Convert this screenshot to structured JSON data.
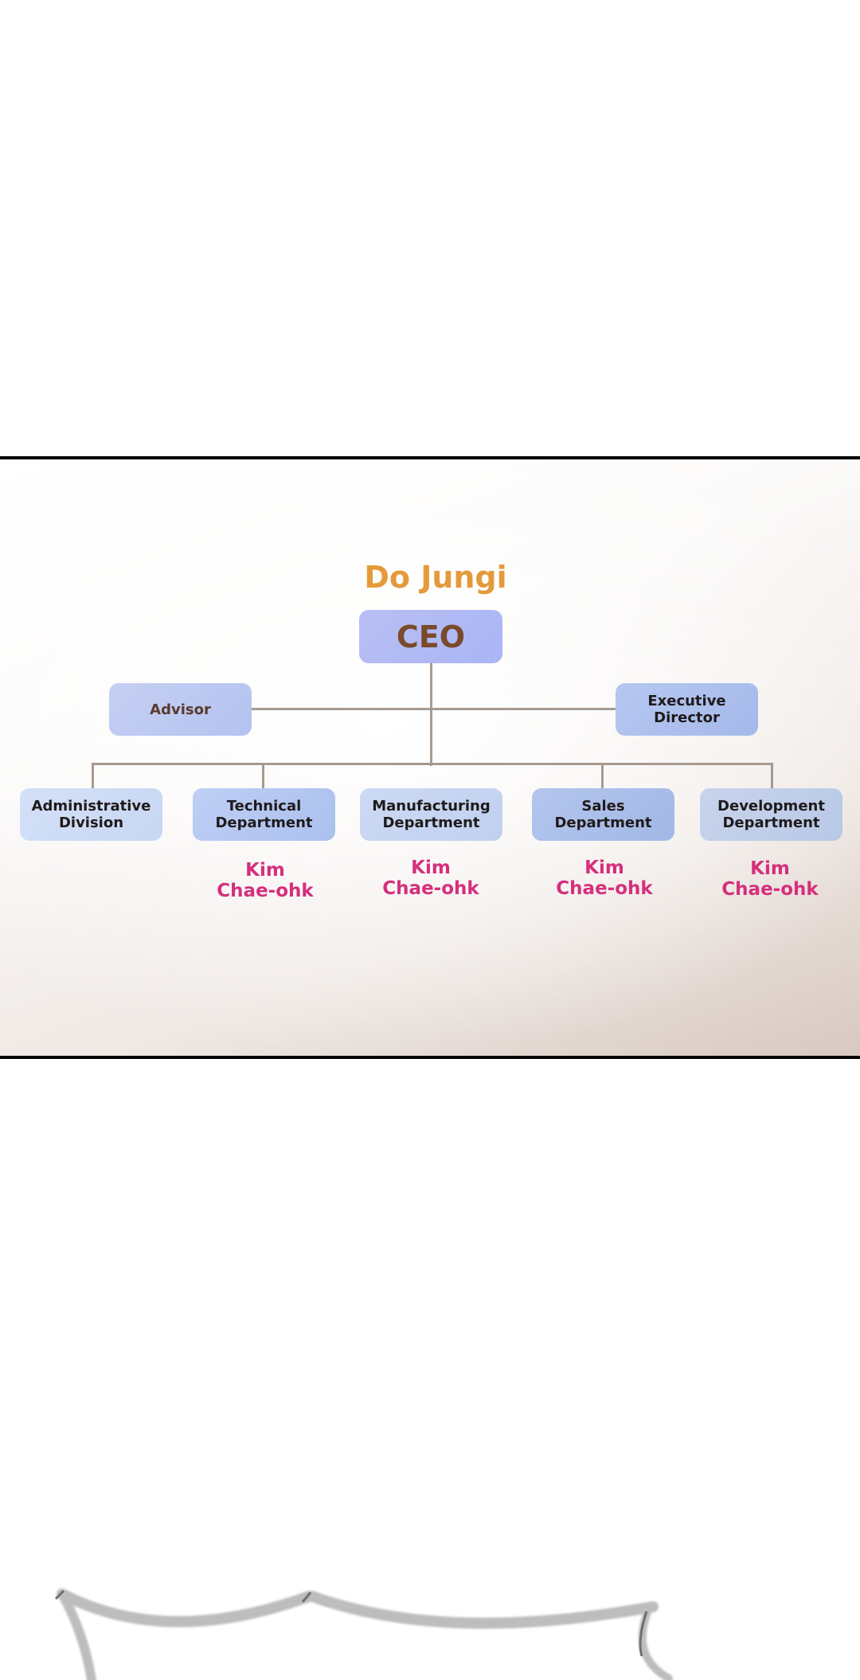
{
  "org_chart": {
    "top": {
      "person": "Do Jungi",
      "title": "CEO"
    },
    "side_roles": [
      {
        "label": "Advisor"
      },
      {
        "label_line1": "Executive",
        "label_line2": "Director"
      }
    ],
    "departments": [
      {
        "line1": "Administrative",
        "line2": "Division",
        "person_line1": "",
        "person_line2": ""
      },
      {
        "line1": "Technical",
        "line2": "Department",
        "person_line1": "Kim",
        "person_line2": "Chae-ohk"
      },
      {
        "line1": "Manufacturing",
        "line2": "Department",
        "person_line1": "Kim",
        "person_line2": "Chae-ohk"
      },
      {
        "line1": "Sales",
        "line2": "Department",
        "person_line1": "Kim",
        "person_line2": "Chae-ohk"
      },
      {
        "line1": "Development",
        "line2": "Department",
        "person_line1": "Kim",
        "person_line2": "Chae-ohk"
      }
    ]
  },
  "colors": {
    "ceo_name": "#e49a3b",
    "ceo_title": "#7a4a2c",
    "assignee": "#d62f7c",
    "connector": "#a69a90",
    "panel_border": "#000000"
  }
}
